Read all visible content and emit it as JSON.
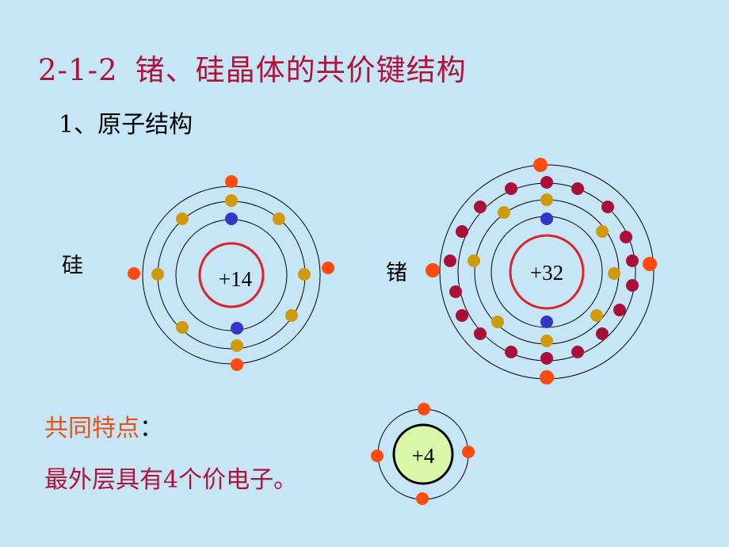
{
  "heading": {
    "section_number": "2-1-2",
    "text": "锗、硅晶体的共价键结构"
  },
  "subheading": "1、原子结构",
  "atoms": {
    "silicon": {
      "label": "硅",
      "nucleus": "+14"
    },
    "germanium": {
      "label": "锗",
      "nucleus": "+32"
    },
    "simplified": {
      "nucleus": "+4"
    }
  },
  "common_features": {
    "title": "共同特点",
    "colon": "：",
    "description": "最外层具有4个价电子。"
  },
  "colors": {
    "background": "#c6e6f6",
    "title": "#b0123a",
    "nucleus_ring": "#e0202a",
    "inner_electron": "#3535c8",
    "middle_electron": "#d09a10",
    "germanium_electron": "#a8103a",
    "outer_electron": "#ff4a10",
    "nucleus_fill_simplified": "#d8f7a8"
  }
}
